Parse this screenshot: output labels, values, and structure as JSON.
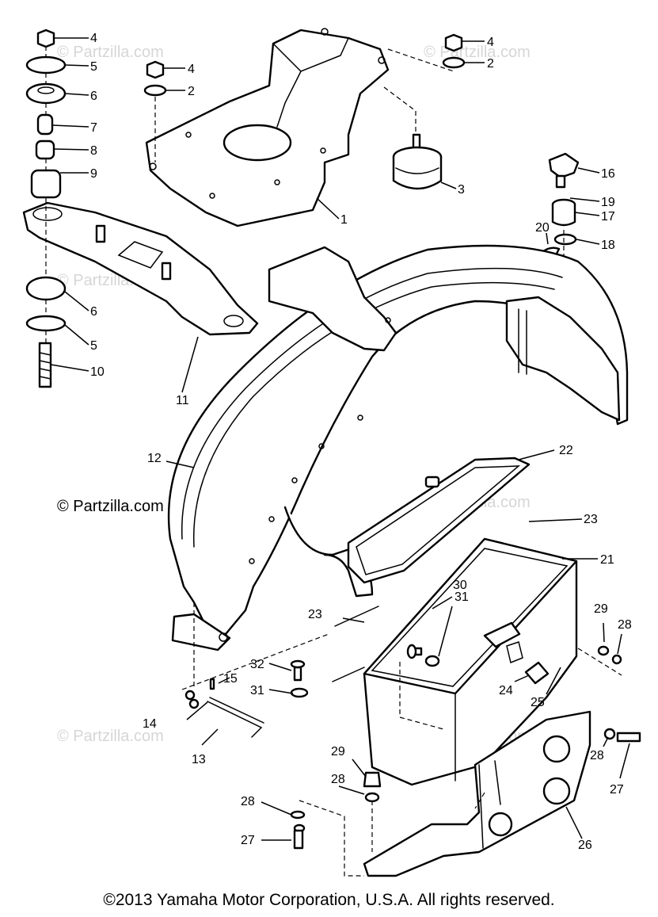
{
  "watermark": "© Partzilla.com",
  "copyright": "©2013  Yamaha Motor Corporation, U.S.A. All rights reserved.",
  "callouts": [
    "1",
    "2",
    "3",
    "4",
    "5",
    "6",
    "7",
    "8",
    "9",
    "10",
    "11",
    "12",
    "13",
    "14",
    "15",
    "16",
    "17",
    "18",
    "19",
    "20",
    "21",
    "22",
    "23",
    "24",
    "25",
    "26",
    "27",
    "28",
    "29",
    "30",
    "31",
    "32"
  ]
}
